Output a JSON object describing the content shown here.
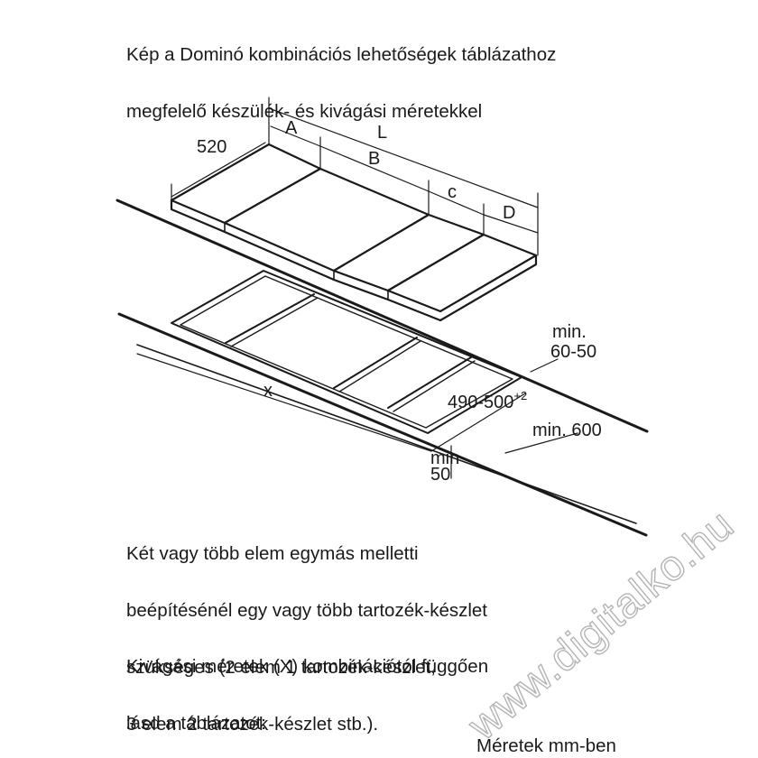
{
  "title": {
    "line1": "Kép a Dominó kombinációs lehetőségek táblázathoz",
    "line2": "megfelelő készülék- és kivágási méretekkel"
  },
  "diagram": {
    "label_520": "520",
    "label_A": "A",
    "label_L": "L",
    "label_B": "B",
    "label_c": "c",
    "label_D": "D",
    "label_min_top_1": "min.",
    "label_min_top_2": "60-50",
    "label_depth_main": "490-500",
    "label_depth_sup": "+2",
    "label_min_600": "min. 600",
    "label_x": "x",
    "label_min_bottom_1": "min",
    "label_min_bottom_2": "50"
  },
  "note1": {
    "line1": "Két vagy több elem egymás melletti",
    "line2": "beépítésénél egy vagy több tartozék-készlet",
    "line3": "szükséges (2 elem 1 tartozék-készlet,",
    "line4": "3 elem 2 tartozék-készlet stb.)."
  },
  "note2": {
    "line1": "Kivágási méretek (X) kombinációtól függően",
    "line2": "lásd a táblázatot:"
  },
  "footer": {
    "units": "Méretek mm-ben"
  },
  "watermark": {
    "text": "www.digitalko.hu"
  }
}
